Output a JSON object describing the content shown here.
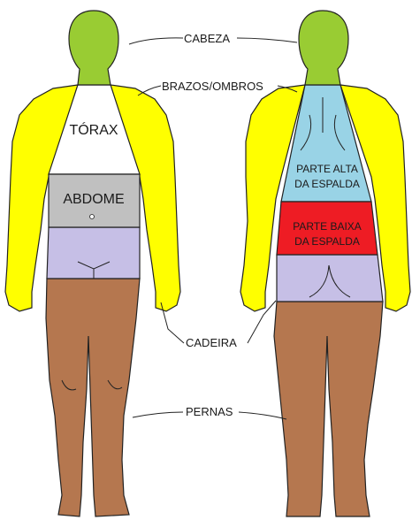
{
  "labels": {
    "head": "CABEZA",
    "arms_shoulders": "BRAZOS/OMBROS",
    "chest": "TÓRAX",
    "abdomen": "ABDOME",
    "upper_back_line1": "PARTE ALTA",
    "upper_back_line2": "DA ESPALDA",
    "lower_back_line1": "PARTE BAIXA",
    "lower_back_line2": "DA ESPALDA",
    "hip": "CADEIRA",
    "legs": "PERNAS"
  },
  "colors": {
    "head": "#99cc33",
    "arms": "#ffff00",
    "chest": "#ffffff",
    "abdomen": "#c0c0c0",
    "hips": "#c6bfe6",
    "legs": "#b5774f",
    "upper_back": "#99d3e6",
    "lower_back": "#ee1c24",
    "outline": "#222222"
  }
}
